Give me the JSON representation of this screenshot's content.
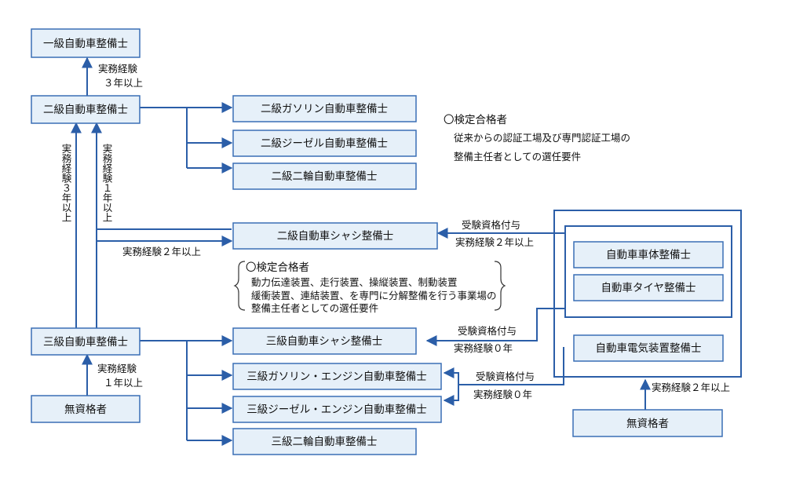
{
  "nodes": {
    "grade1": "一級自動車整備士",
    "grade2": "二級自動車整備士",
    "grade2_gasoline": "二級ガソリン自動車整備士",
    "grade2_diesel": "二級ジーゼル自動車整備士",
    "grade2_motorcycle": "二級二輪自動車整備士",
    "grade2_chassis": "二級自動車シャシ整備士",
    "grade3": "三級自動車整備士",
    "grade3_chassis": "三級自動車シャシ整備士",
    "grade3_gasoline_engine": "三級ガソリン・エンジン自動車整備士",
    "grade3_diesel_engine": "三級ジーゼル・エンジン自動車整備士",
    "grade3_motorcycle": "三級二輪自動車整備士",
    "unqualified_left": "無資格者",
    "body_repair": "自動車車体整備士",
    "tire": "自動車タイヤ整備士",
    "electrical": "自動車電気装置整備士",
    "unqualified_right": "無資格者"
  },
  "edge_labels": {
    "g2_to_g1": [
      "実務経験",
      "３年以上"
    ],
    "g3_to_g2_a": "実務経験３年以上",
    "g3_to_g2_b": "実務経験１年以上",
    "g3_to_g2chassis": "実務経験２年以上",
    "unq_to_g3": [
      "実務経験",
      "１年以上"
    ],
    "to_g2chassis": [
      "受験資格付与",
      "実務経験２年以上"
    ],
    "to_g3chassis": [
      "受験資格付与",
      "実務経験０年"
    ],
    "to_g3engine": [
      "受験資格付与",
      "実務経験０年"
    ],
    "unq_right_to_group": "実務経験２年以上"
  },
  "notes": {
    "top_right": {
      "title": "〇検定合格者",
      "lines": [
        "従来からの認証工場及び専門認証工場の",
        "整備主任者としての選任要件"
      ]
    },
    "middle": {
      "title": "〇検定合格者",
      "lines": [
        "動力伝達装置、走行装置、操縦装置、制動装置",
        "緩衝装置、連結装置、を専門に分解整備を行う事業場の",
        "整備主任者としての選任要件"
      ]
    }
  },
  "colors": {
    "box_fill": "#e6f0f9",
    "stroke": "#2b5ea8"
  }
}
